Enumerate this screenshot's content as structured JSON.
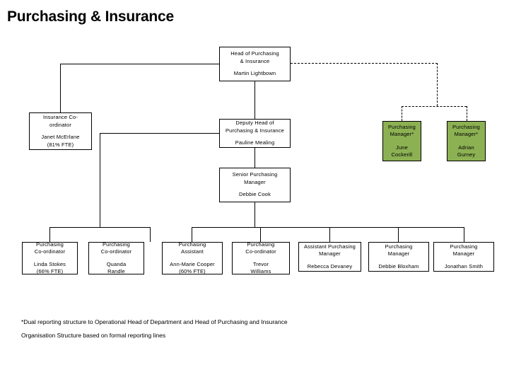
{
  "page": {
    "title": "Purchasing & Insurance"
  },
  "nodes": {
    "head": {
      "role": "Head of Purchasing\n& Insurance",
      "person": "Martin Lightbown"
    },
    "insurance_coordinator": {
      "role": "Insurance Co-\nordinator",
      "person": "Janet  McErlane\n(81% FTE)"
    },
    "deputy_head": {
      "role": "Deputy Head of\nPurchasing & Insurance",
      "person": "Pauline Mealing"
    },
    "senior_purchasing_manager": {
      "role": "Senior Purchasing\nManager",
      "person": "Debbie Cook"
    },
    "purchasing_manager_cockerill": {
      "role": "Purchasing\nManager*",
      "person": "June\nCockerill"
    },
    "purchasing_manager_gurney": {
      "role": "Purchasing\nManager*",
      "person": "Adrian\nGurney"
    }
  },
  "bottom_row": [
    {
      "role": "Purchasing\nCo-ordinator",
      "person": "Linda Stokes\n(66% FTE)"
    },
    {
      "role": "Purchasing\nCo-ordinator",
      "person": "Quanda\nRandle"
    },
    {
      "role": "Purchasing\nAssistant",
      "person": "Ann-Marie Cooper\n(60% FTE)"
    },
    {
      "role": "Purchasing\nCo-ordinator",
      "person": "Trevor\nWilliams"
    },
    {
      "role": "Assistant Purchasing\nManager",
      "person": "Rebecca Devaney"
    },
    {
      "role": "Purchasing\nManager",
      "person": "Debbie Bloxham"
    },
    {
      "role": "Purchasing\nManager",
      "person": "Jonathan Smith"
    }
  ],
  "footnotes": [
    "*Dual reporting structure to Operational Head of Department and Head of Purchasing and Insurance",
    "Organisation Structure based on formal reporting lines"
  ],
  "colors": {
    "manager_box_fill": "#8cb153",
    "line": "#000000",
    "background": "#ffffff",
    "text": "#000000"
  }
}
